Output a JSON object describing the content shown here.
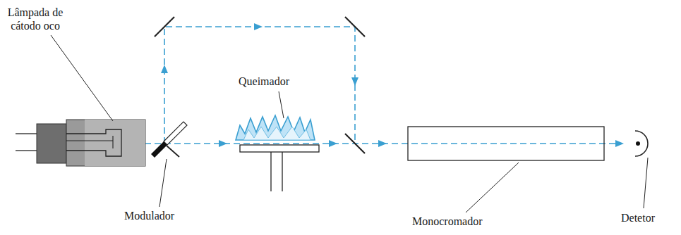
{
  "diagram": {
    "labels": [
      "Lâmpada de cátodo oco",
      "Queimador",
      "Modulador",
      "Monocromador",
      "Detetor"
    ]
  }
}
